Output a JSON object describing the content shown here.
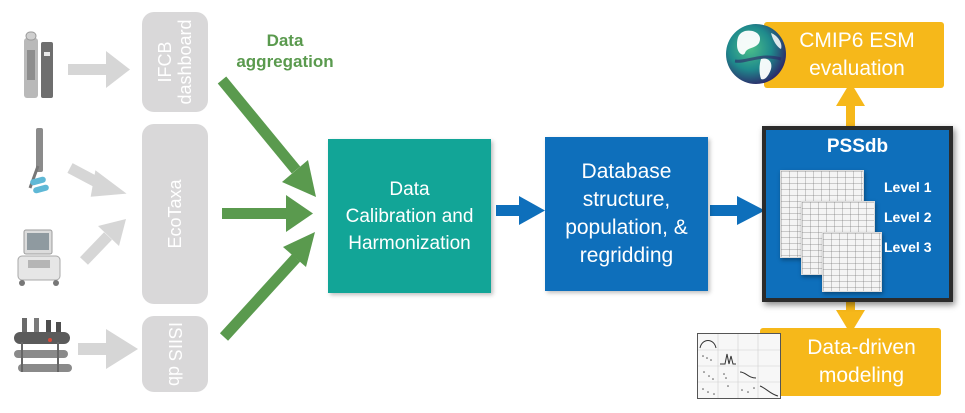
{
  "diagram": {
    "sources": [
      {
        "instrument": "IFCB imaging flow cytobot",
        "icon": "ifcb-instrument-icon"
      },
      {
        "instrument": "UVP underwater vision profiler",
        "icon": "uvp-instrument-icon"
      },
      {
        "instrument": "ZooScan scanner",
        "icon": "zooscan-instrument-icon"
      },
      {
        "instrument": "ISIIS towed imager",
        "icon": "isiis-instrument-icon"
      }
    ],
    "repositories": [
      {
        "line1": "IFCB",
        "line2": "dashboard"
      },
      {
        "line1": "EcoTaxa"
      },
      {
        "line1": "ISIIS db"
      }
    ],
    "aggregation_label": {
      "line1": "Data",
      "line2": "aggregation"
    },
    "calibration": {
      "line1": "Data",
      "line2": "Calibration and",
      "line3": "Harmonization"
    },
    "database": {
      "line1": "Database",
      "line2": "structure,",
      "line3": "population, &",
      "line4": "regridding"
    },
    "pssdb": {
      "title": "PSSdb",
      "levels": [
        "Level 1",
        "Level 2",
        "Level 3"
      ]
    },
    "outputs": {
      "cmip": {
        "line1": "CMIP6 ESM",
        "line2": "evaluation"
      },
      "modeling": {
        "line1": "Data-driven",
        "line2": "modeling"
      }
    },
    "colors": {
      "grey_box": "#d9d8d9",
      "grey_arrow": "#d6d6d6",
      "green": "#5a9a4e",
      "teal": "#12a597",
      "blue": "#0e6fbb",
      "gold": "#f6b81a",
      "pssdb_border": "#2b2b2b"
    }
  }
}
